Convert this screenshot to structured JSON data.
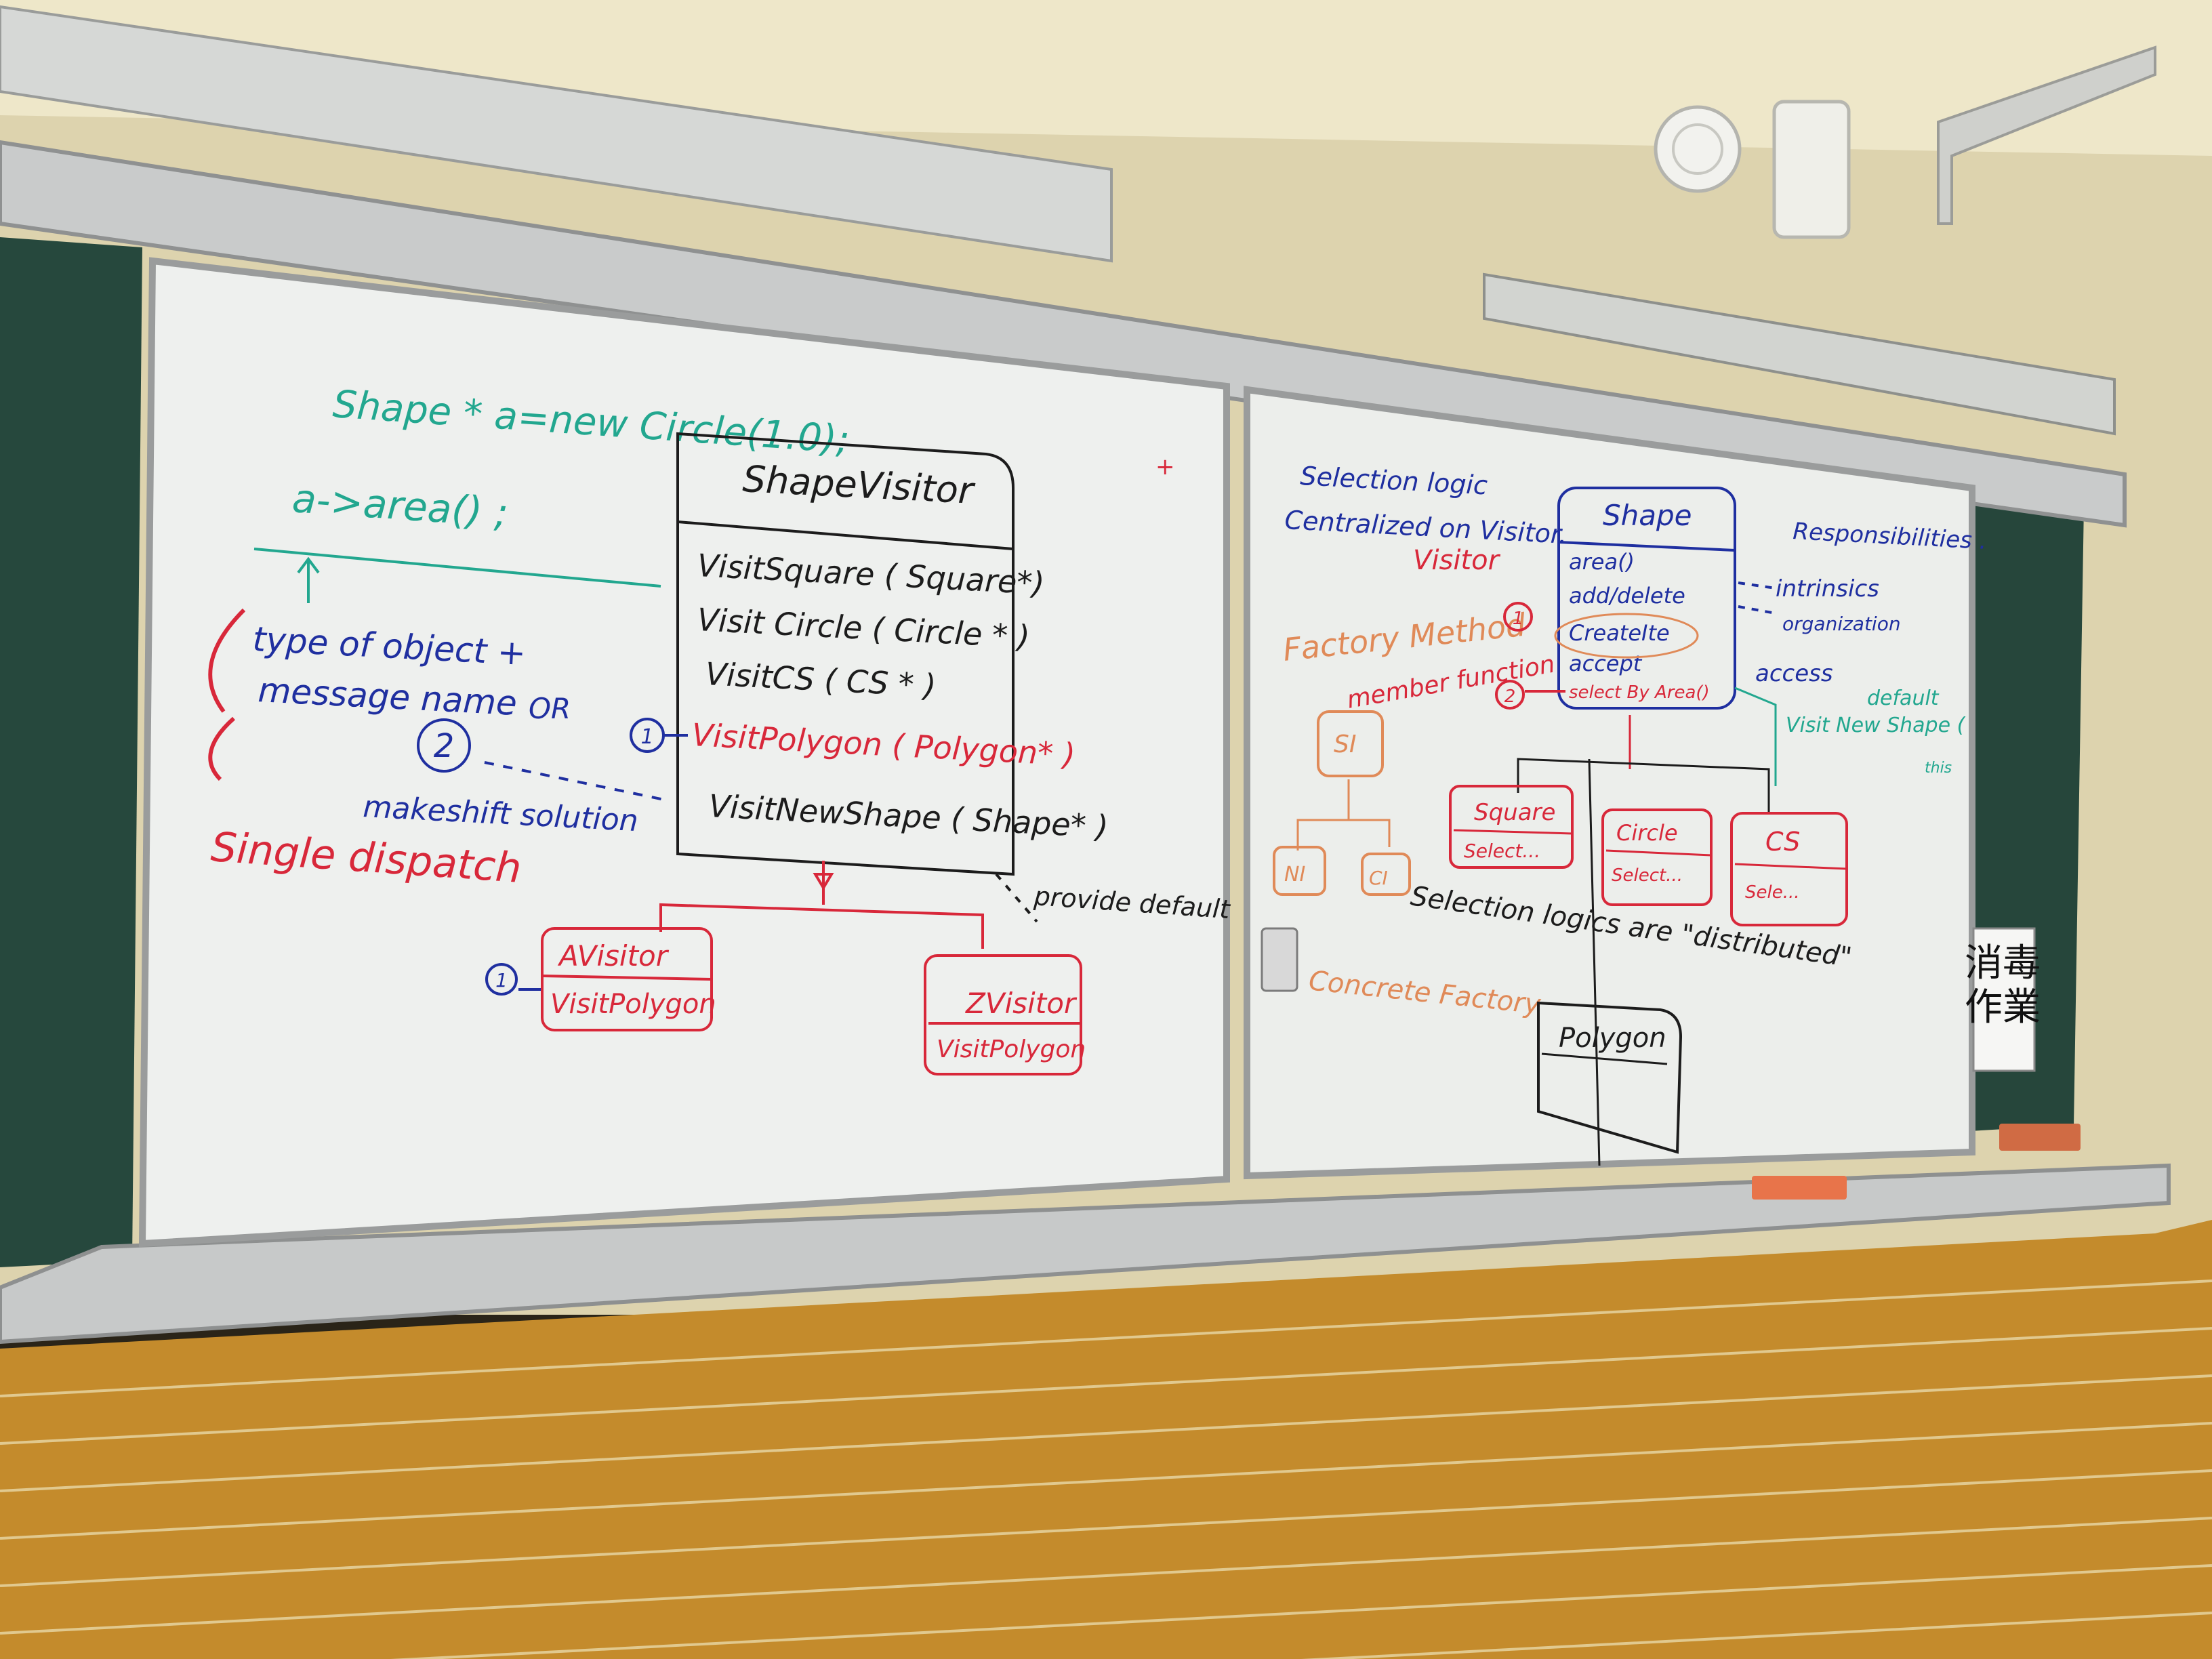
{
  "colors": {
    "teal": "#22a78f",
    "blue": "#1f2fa0",
    "red": "#d8283a",
    "orange": "#e08a58",
    "black": "#1c1c1c",
    "wall": "#e8e0c2",
    "brick": "#c8912e",
    "board": "#eef0ee"
  },
  "left_board": {
    "code_line1": "Shape * a=new Circle(1.0);",
    "code_line2": "a->area() ;",
    "note_line1": "type of object +",
    "note_line2": "message name",
    "note_or": "OR",
    "circle2": "2",
    "makeshift": "makeshift solution",
    "single_dispatch": "Single dispatch",
    "visitor_title": "ShapeVisitor",
    "methods": [
      "VisitSquare ( Square*)",
      "Visit Circle ( Circle * )",
      "VisitCS ( CS * )",
      "VisitPolygon ( Polygon* )",
      "VisitNewShape ( Shape* )"
    ],
    "circle1a": "1",
    "circle1b": "1",
    "provide_default": "provide default",
    "avisitor": "AVisitor",
    "avisitor_method": "VisitPolygon",
    "zvisitor": "ZVisitor",
    "zvisitor_method": "VisitPolygon",
    "corner_mark": "+"
  },
  "right_board": {
    "selection_l1": "Selection logic",
    "selection_l2": "Centralized on Visitor.",
    "visitor_label": "Visitor",
    "factory_method": "Factory Method",
    "member_function": "member function",
    "shape_title": "Shape",
    "shape_methods": [
      "area()",
      "add/delete",
      "CreateIte",
      "accept",
      "select By Area()"
    ],
    "circle1": "1",
    "circle2": "2",
    "responsibilities": "Responsibilities .",
    "intrinsics": "intrinsics",
    "organization": "organization",
    "access": "access",
    "default": "default",
    "visit_new_shape": "Visit New Shape (",
    "this": "this",
    "si": "SI",
    "ni": "NI",
    "ci": "CI",
    "square_title": "Square",
    "square_method": "Select...",
    "circle_title": "Circle",
    "circle_method": "Select...",
    "cs_title": "CS",
    "cs_method": "Sele...",
    "distributed": "Selection logics are \"distributed\"",
    "concrete_factory": "Concrete Factory",
    "polygon": "Polygon"
  },
  "poster": {
    "line1": "消毒",
    "line2": "作業"
  }
}
